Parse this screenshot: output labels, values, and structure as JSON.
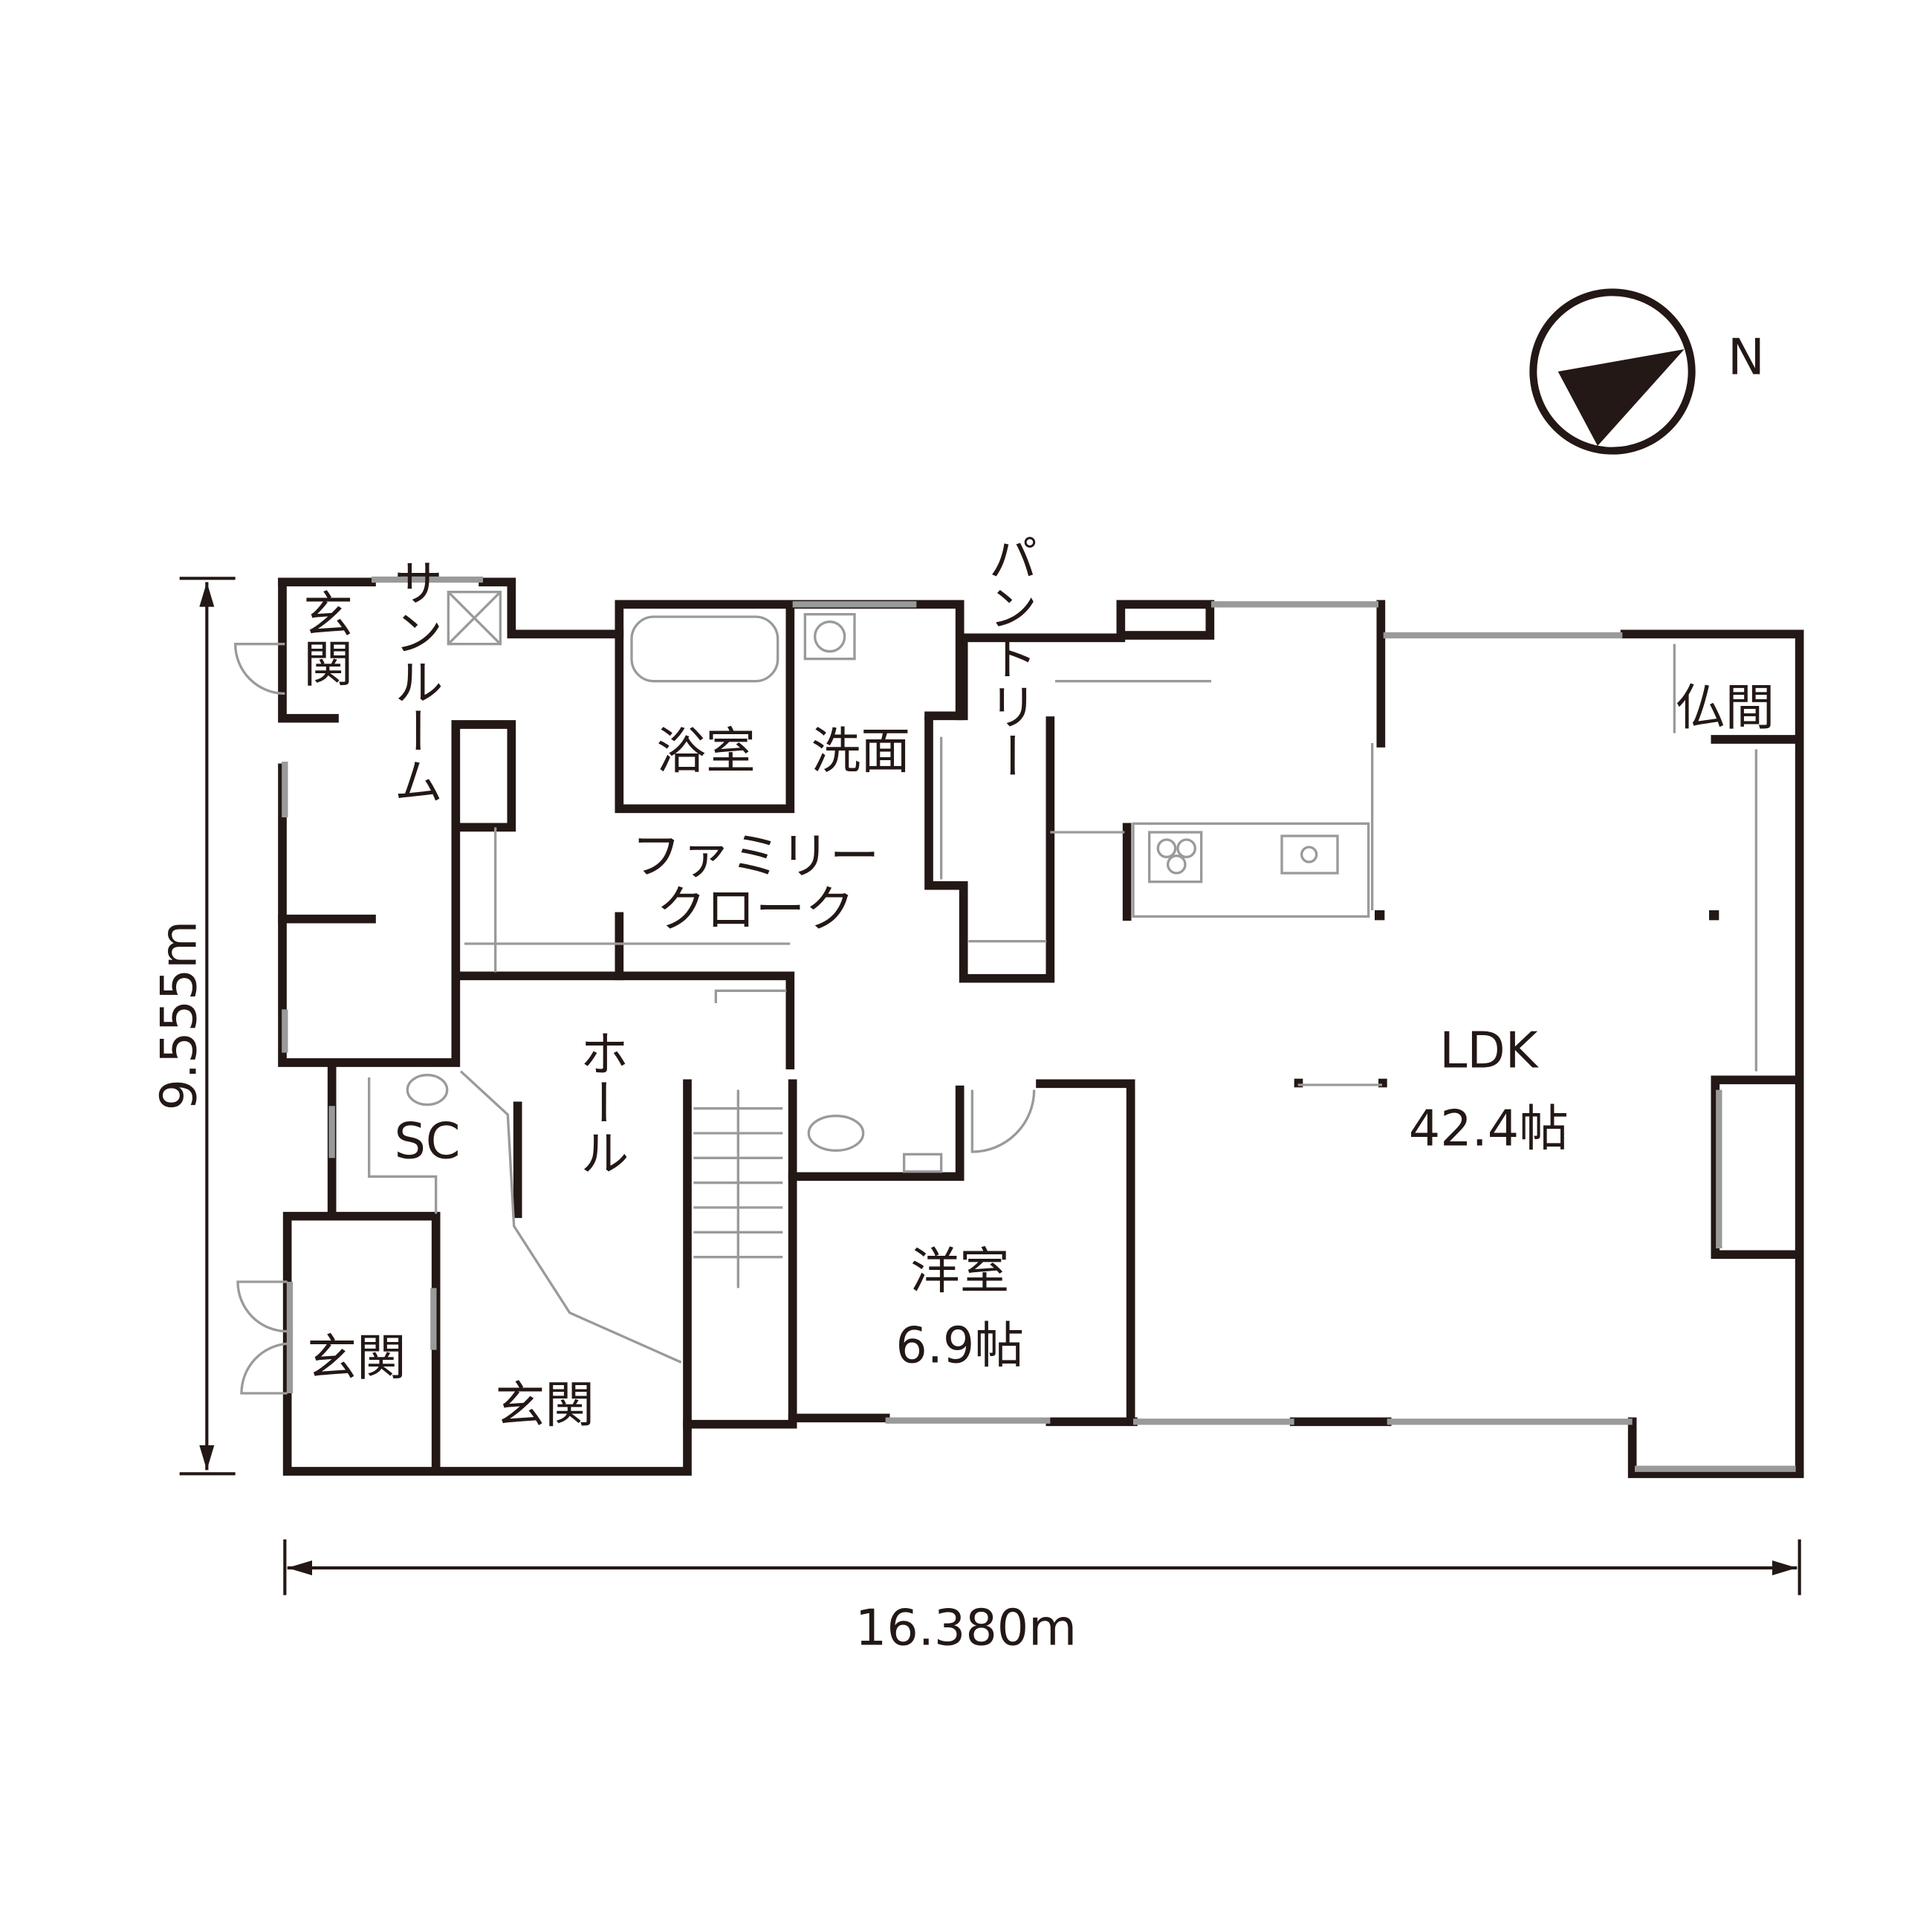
{
  "compass": {
    "north_label": "N"
  },
  "dimensions": {
    "width": "16.380m",
    "depth": "9.555m"
  },
  "rooms": {
    "genkan_top": "玄関",
    "sunroom": "サンルーム",
    "bathroom": "浴室",
    "washroom": "洗面",
    "family_cloak": [
      "ファミリー",
      "クローク"
    ],
    "pantry": "パントリー",
    "butsuma": "仏間",
    "ldk": {
      "name": "LDK",
      "size": "42.4帖"
    },
    "sc": "SC",
    "hall": "ホール",
    "genkan_left": "玄関",
    "genkan_main": "玄関",
    "western_room": {
      "name": "洋室",
      "size": "6.9帖"
    }
  },
  "colors": {
    "wall": "#231815",
    "fixture": "#9a9a9a"
  }
}
